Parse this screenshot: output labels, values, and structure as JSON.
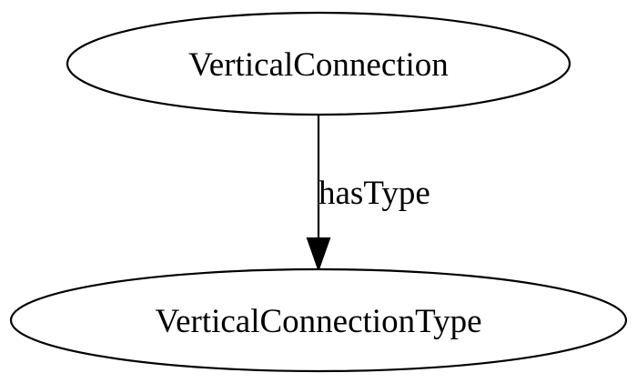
{
  "nodes": [
    {
      "id": "source",
      "label": "VerticalConnection"
    },
    {
      "id": "target",
      "label": "VerticalConnectionType"
    }
  ],
  "edges": [
    {
      "from": "source",
      "to": "target",
      "label": "hasType"
    }
  ]
}
